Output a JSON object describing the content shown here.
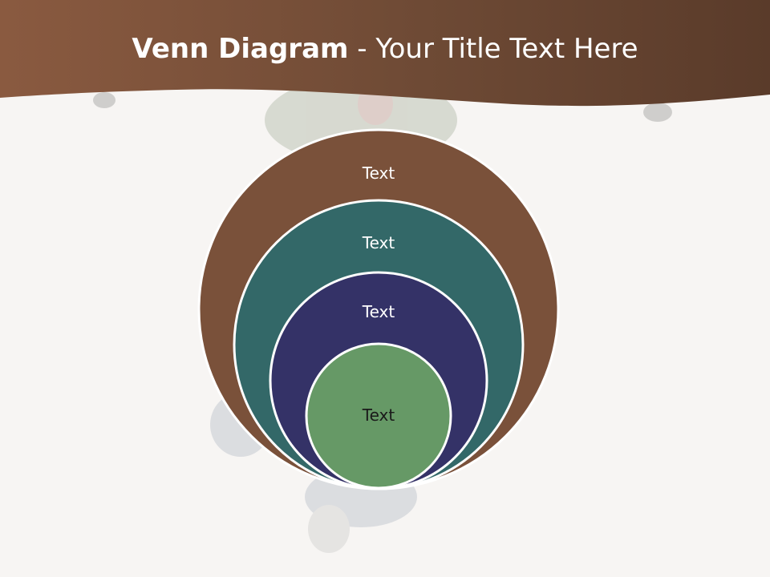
{
  "slide": {
    "title_bold": "Venn Diagram",
    "title_rest": " - Your Title Text Here"
  },
  "colors": {
    "banner_dark": "#5a3b2a",
    "banner_light": "#8a5a40",
    "background": "#f7f5f3",
    "ring_outer": "#7a513a",
    "ring_second": "#336868",
    "ring_third": "#343267",
    "ring_inner": "#669966",
    "ring_border": "#ffffff"
  },
  "diagram": {
    "type": "nested-venn",
    "rings": [
      {
        "label": "Text",
        "color": "#7a513a"
      },
      {
        "label": "Text",
        "color": "#336868"
      },
      {
        "label": "Text",
        "color": "#343267"
      },
      {
        "label": "Text",
        "color": "#669966"
      }
    ]
  },
  "background_image": {
    "description_icon": "dancer-silhouette"
  }
}
